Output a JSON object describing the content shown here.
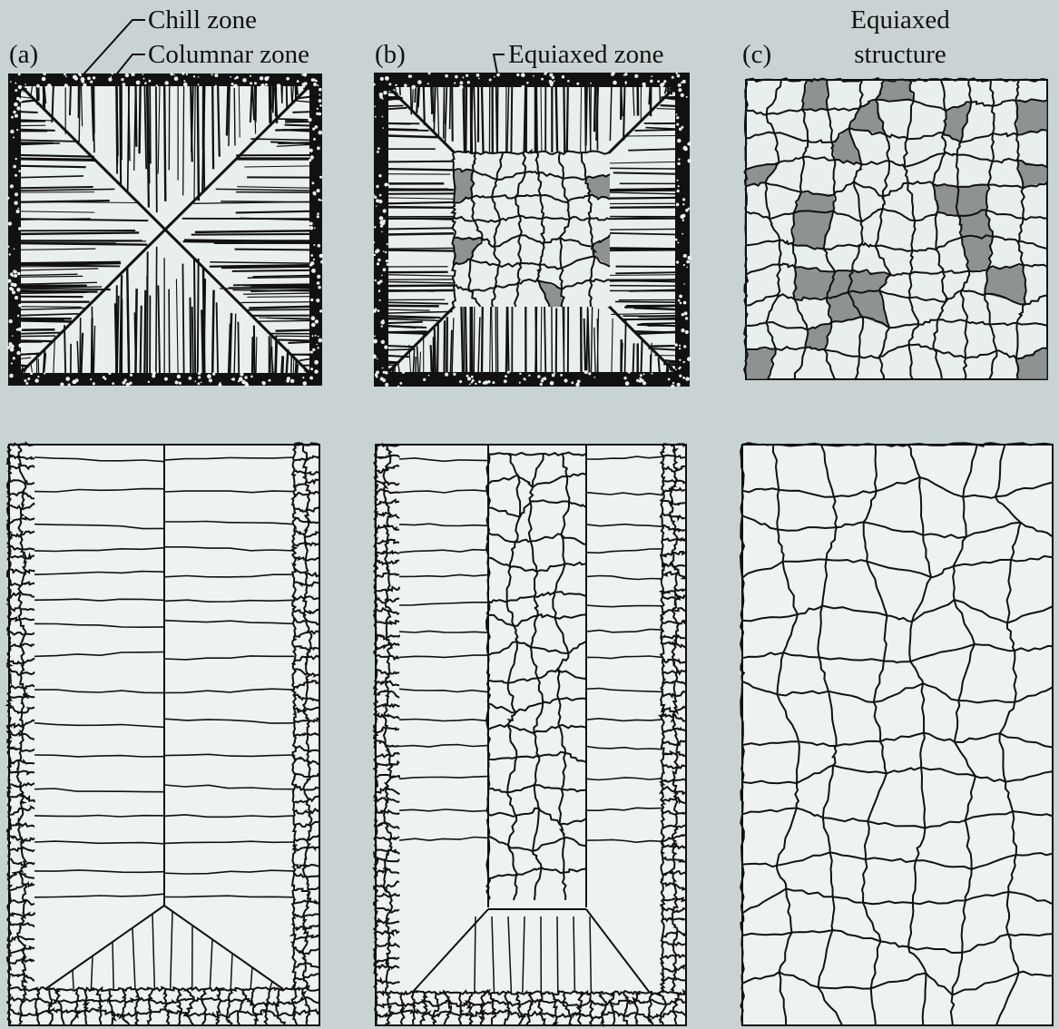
{
  "labels": {
    "panel_a": "(a)",
    "panel_b": "(b)",
    "panel_c": "(c)",
    "chill_zone": "Chill zone",
    "columnar_zone": "Columnar zone",
    "equiaxed_zone": "Equiaxed zone",
    "equiaxed_structure_line1": "Equiaxed",
    "equiaxed_structure_line2": "structure"
  },
  "colors": {
    "background": "#c9d3d3",
    "ink": "#111111",
    "shade": "#6f7373"
  }
}
